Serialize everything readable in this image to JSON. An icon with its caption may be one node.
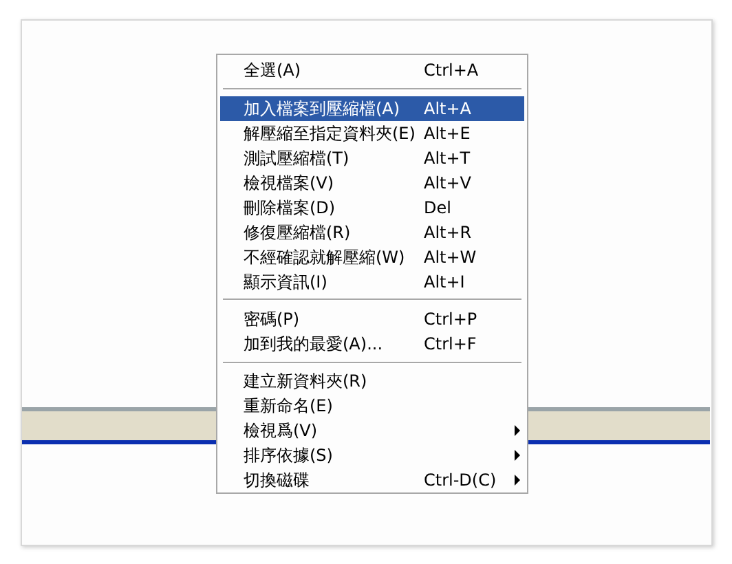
{
  "diagram": {
    "nodes": [
      {
        "text": [],
        "shape": "box"
      },
      {
        "text": [
          "全選(A)",
          "Ctrl+A"
        ],
        "in": 0
      },
      {
        "text": [
          "加入檔案到壓縮檔(A)",
          "Alt+A"
        ],
        "in": 0
      },
      {
        "text": [
          "解壓縮至指定資料夾(E)",
          "Alt+E"
        ],
        "in": 0
      },
      {
        "text": [
          "測試壓縮檔(T)",
          "Alt+T"
        ],
        "in": 0
      },
      {
        "text": [
          "檢視檔案(V)",
          "Alt+V"
        ],
        "in": 0
      },
      {
        "text": [
          "刪除檔案(D)",
          "Del"
        ],
        "in": 0
      },
      {
        "text": [
          "修復壓縮檔(R)",
          "Alt+R"
        ],
        "in": 0
      },
      {
        "text": [
          "不經確認就解壓縮(W)",
          "Alt+W"
        ],
        "in": 0
      },
      {
        "text": [
          "顯示資訊(I)",
          "Alt+I"
        ],
        "in": 0
      },
      {
        "text": [
          "密碼(P)",
          "Ctrl+P"
        ],
        "in": 0
      },
      {
        "text": [
          "加到我的最愛(A)...",
          "Ctrl+F"
        ],
        "in": 0
      },
      {
        "text": [
          "建立新資料夾(R)"
        ],
        "in": 0
      },
      {
        "text": [
          "重新命名(E)"
        ],
        "in": 0
      },
      {
        "text": [
          "檢視爲(V)"
        ],
        "in": 0
      },
      {
        "text": [
          "排序依據(S)"
        ],
        "in": 0
      },
      {
        "text": [
          "切換磁碟",
          "Ctrl-D(C)"
        ],
        "in": 0
      }
    ]
  }
}
